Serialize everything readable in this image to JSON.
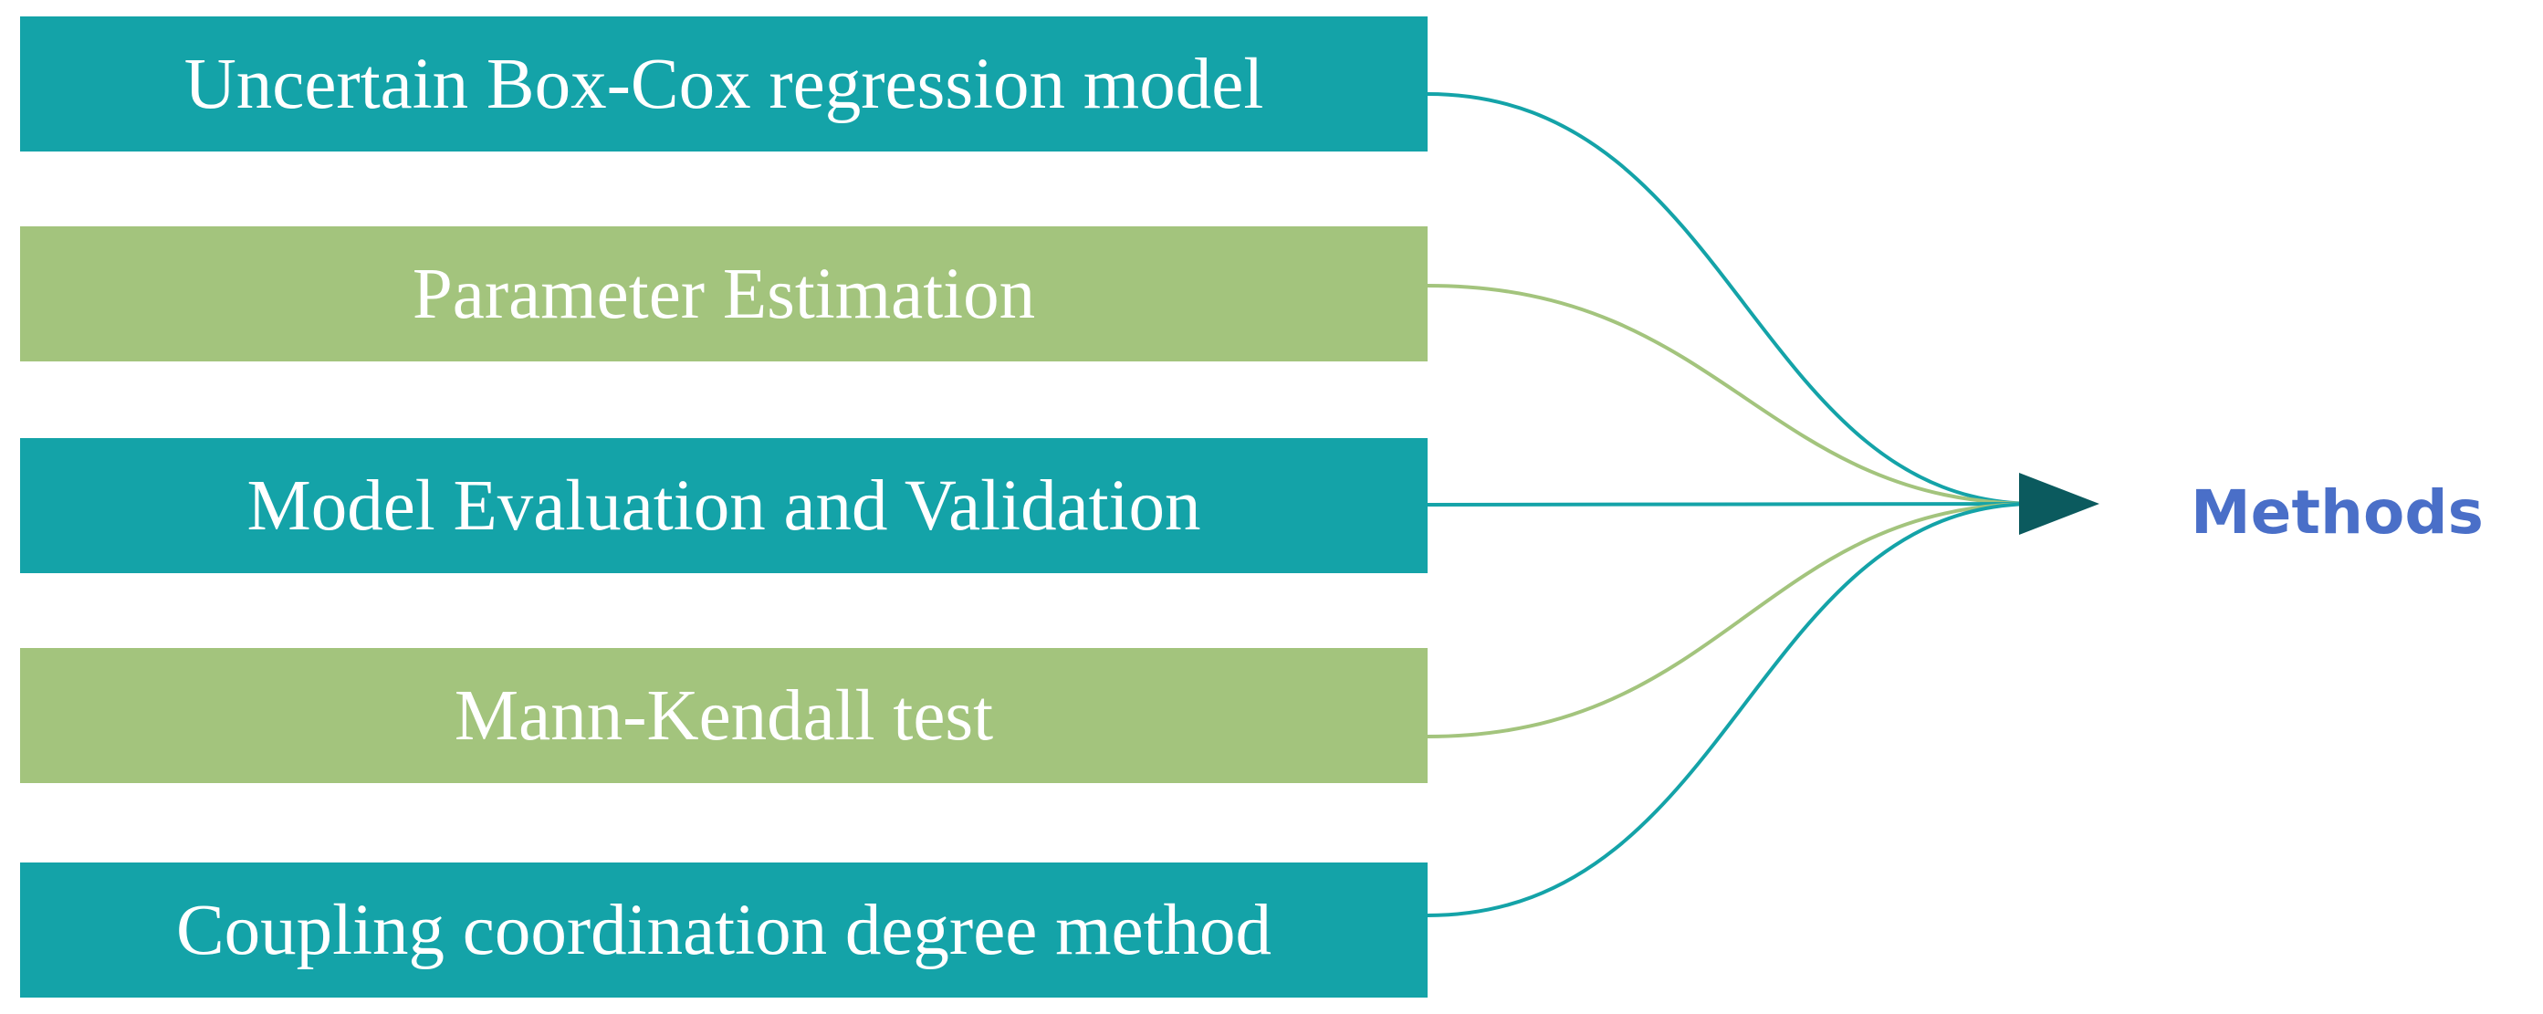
{
  "diagram": {
    "items": [
      {
        "label": "Uncertain Box-Cox regression model",
        "color": "#14a3a8"
      },
      {
        "label": "Parameter Estimation",
        "color": "#a3c47d"
      },
      {
        "label": "Model Evaluation and Validation",
        "color": "#14a3a8"
      },
      {
        "label": "Mann-Kendall test",
        "color": "#a3c47d"
      },
      {
        "label": "Coupling coordination degree method",
        "color": "#14a3a8"
      }
    ],
    "target": {
      "label": "Methods",
      "color": "#4a6fc8"
    },
    "arrow_color": "#0b5a5e"
  }
}
